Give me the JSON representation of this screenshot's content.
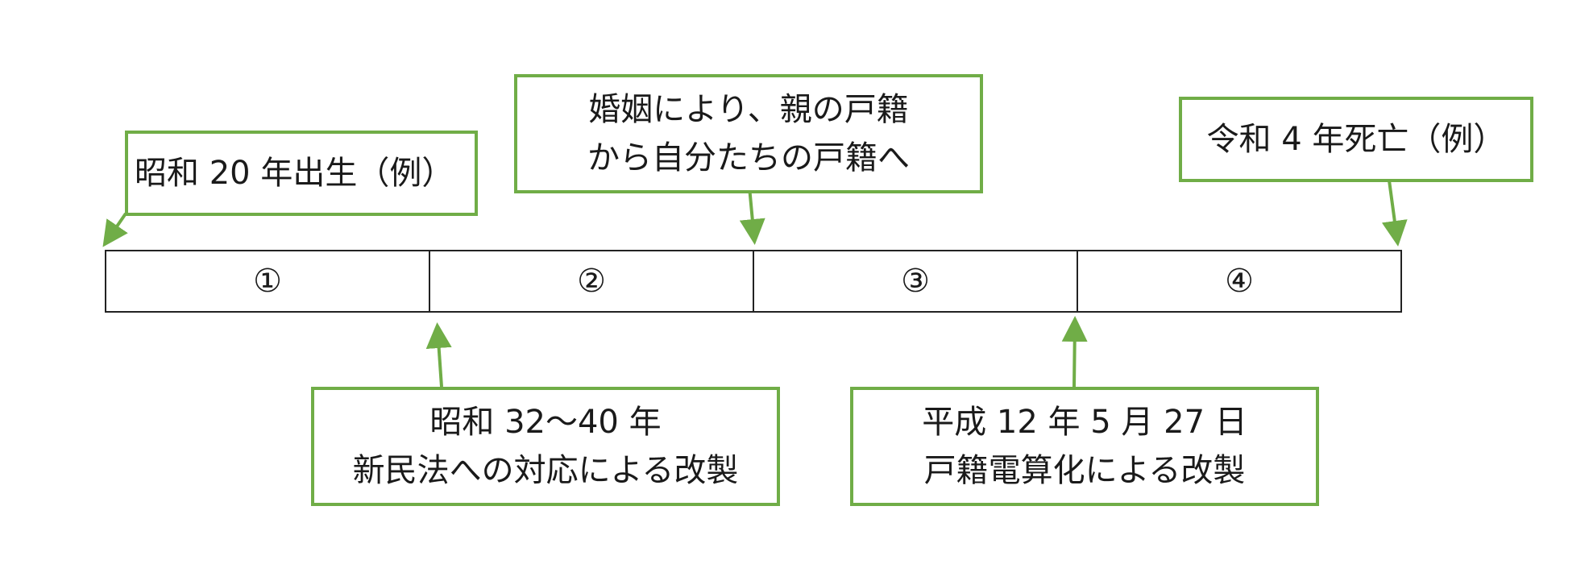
{
  "diagram": {
    "accent_color": "#70ad47",
    "segments": [
      "①",
      "②",
      "③",
      "④"
    ],
    "callouts": {
      "birth": {
        "lines": [
          "昭和 20 年出生（例）"
        ]
      },
      "marriage": {
        "lines": [
          "婚姻により、親の戸籍",
          "から自分たちの戸籍へ"
        ]
      },
      "death": {
        "lines": [
          "令和 4 年死亡（例）"
        ]
      },
      "new_civil_code": {
        "lines": [
          "昭和 32～40 年",
          "新民法への対応による改製"
        ]
      },
      "computerization": {
        "lines": [
          "平成 12 年 5 月 27 日",
          "戸籍電算化による改製"
        ]
      }
    }
  }
}
